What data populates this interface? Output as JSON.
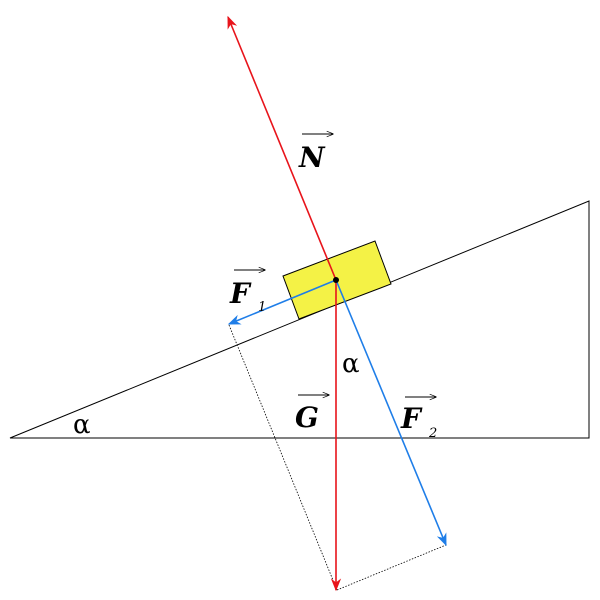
{
  "labels": {
    "normal": {
      "letter": "N"
    },
    "gravity": {
      "letter": "G"
    },
    "parallel": {
      "letter": "F",
      "sub": "1"
    },
    "perpendicular": {
      "letter": "F",
      "sub": "2"
    },
    "angle_base": "α",
    "angle_vertex": "α"
  },
  "colors": {
    "normal_force": "#e8141b",
    "gravity_force": "#e8141b",
    "component_force": "#1f7ee8",
    "block_fill": "#f4f246",
    "outline": "#000000"
  }
}
